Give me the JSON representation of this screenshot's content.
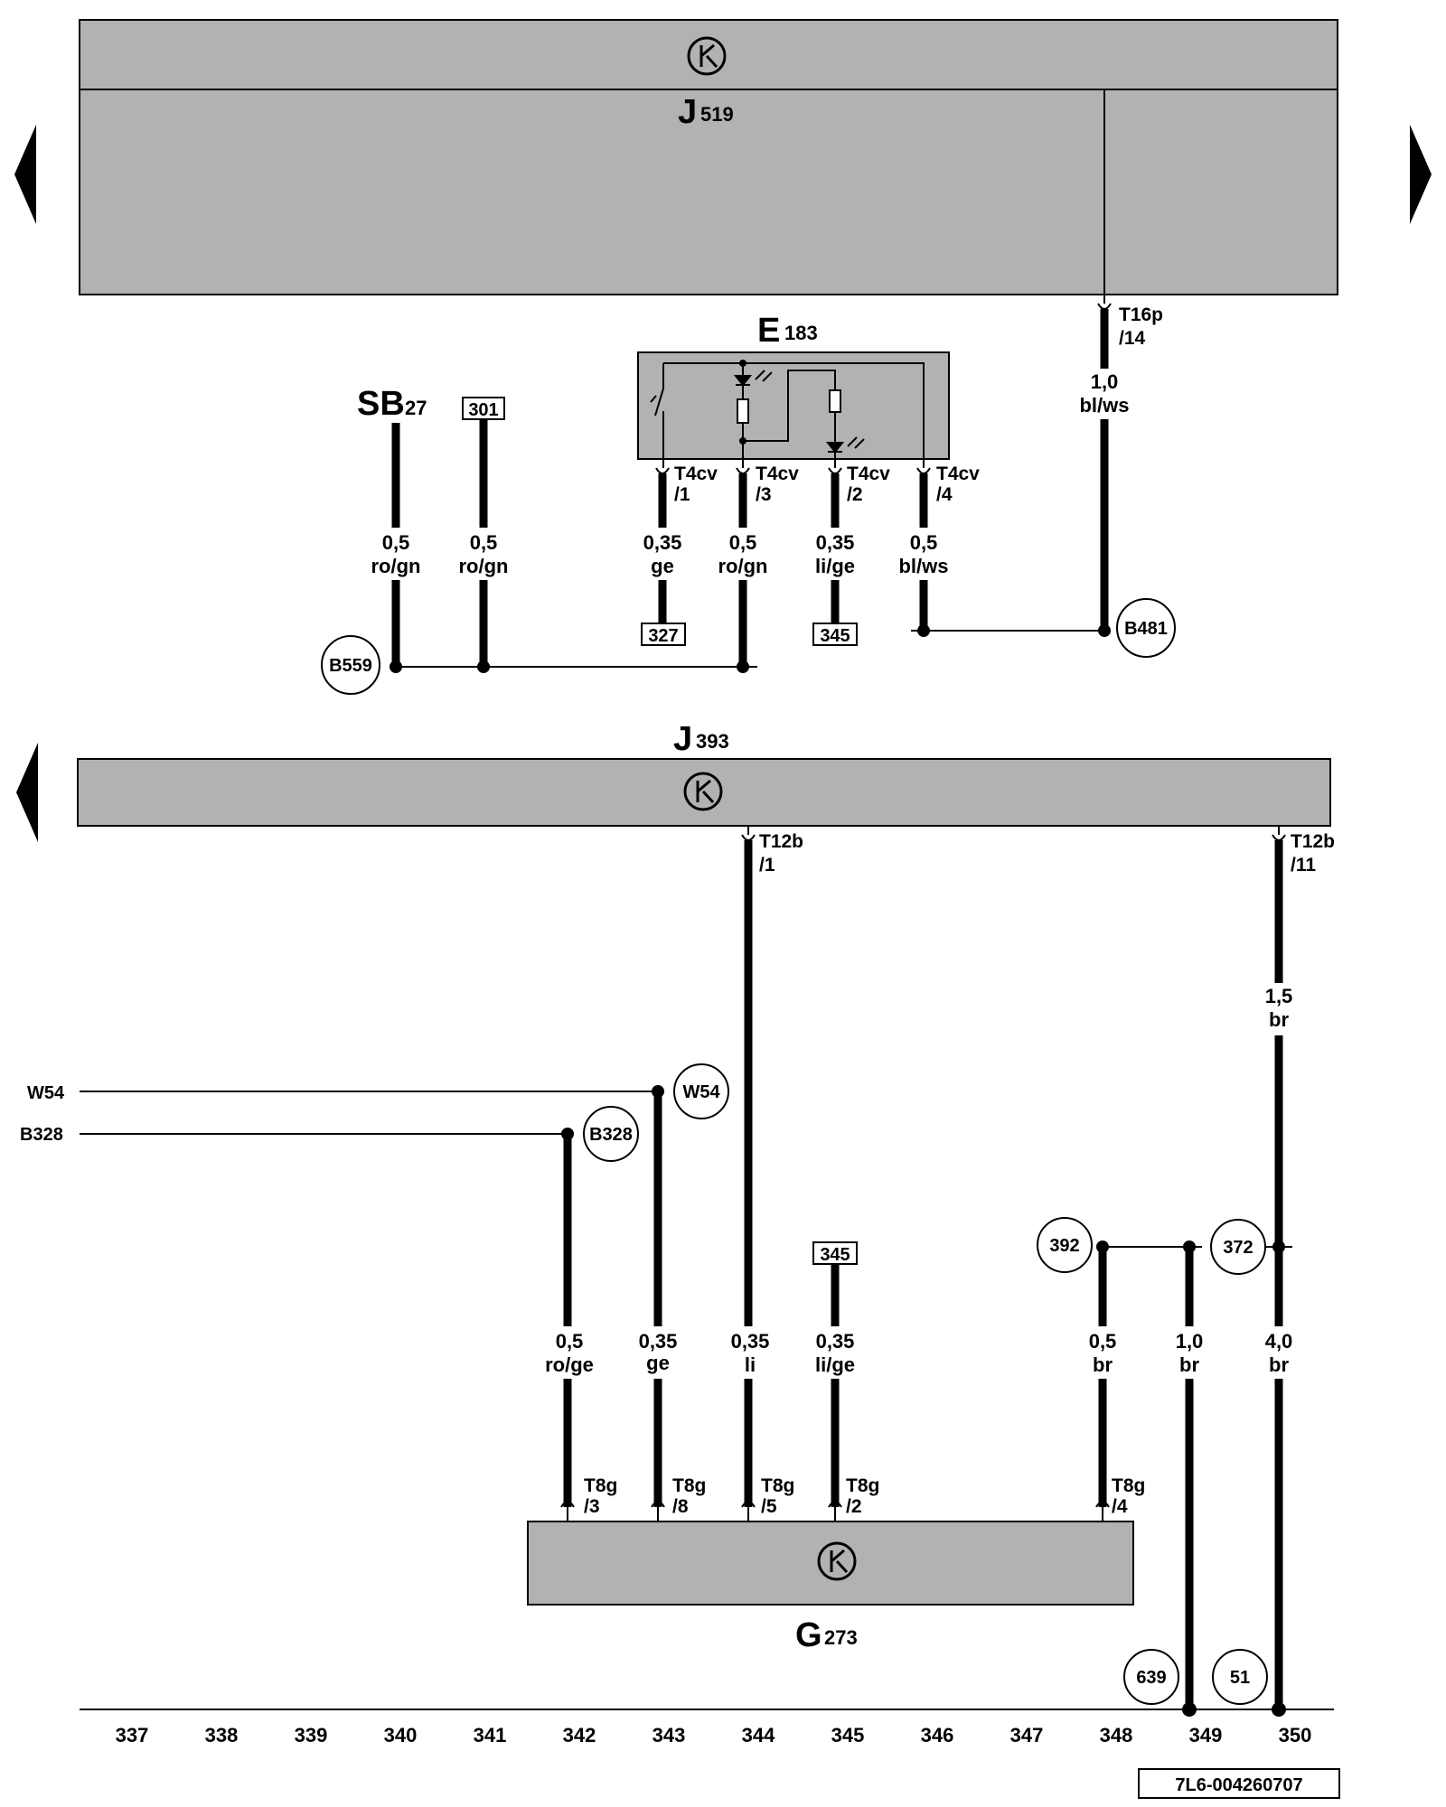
{
  "components": {
    "j519": {
      "letter": "J",
      "number": "519"
    },
    "j393": {
      "letter": "J",
      "number": "393"
    },
    "e183": {
      "letter": "E",
      "number": "183"
    },
    "sb27": {
      "letter": "SB",
      "number": "27"
    },
    "g273": {
      "letter": "G",
      "number": "273"
    }
  },
  "pins": {
    "t16p_14": {
      "connector": "T16p",
      "pin": "/14"
    },
    "t4cv_1": {
      "connector": "T4cv",
      "pin": "/1"
    },
    "t4cv_3": {
      "connector": "T4cv",
      "pin": "/3"
    },
    "t4cv_2": {
      "connector": "T4cv",
      "pin": "/2"
    },
    "t4cv_4": {
      "connector": "T4cv",
      "pin": "/4"
    },
    "t12b_1": {
      "connector": "T12b",
      "pin": "/1"
    },
    "t12b_11": {
      "connector": "T12b",
      "pin": "/11"
    },
    "t8g_3": {
      "connector": "T8g",
      "pin": "/3"
    },
    "t8g_8": {
      "connector": "T8g",
      "pin": "/8"
    },
    "t8g_5": {
      "connector": "T8g",
      "pin": "/5"
    },
    "t8g_2": {
      "connector": "T8g",
      "pin": "/2"
    },
    "t8g_4": {
      "connector": "T8g",
      "pin": "/4"
    }
  },
  "wires": {
    "sb27": {
      "size": "0,5",
      "color": "ro/gn"
    },
    "r301": {
      "size": "0,5",
      "color": "ro/gn"
    },
    "t4cv1": {
      "size": "0,35",
      "color": "ge"
    },
    "t4cv3": {
      "size": "0,5",
      "color": "ro/gn"
    },
    "t4cv2": {
      "size": "0,35",
      "color": "li/ge"
    },
    "t4cv4": {
      "size": "0,5",
      "color": "bl/ws"
    },
    "t16p": {
      "size": "1,0",
      "color": "bl/ws"
    },
    "t12b11": {
      "size": "1,5",
      "color": "br"
    },
    "g3": {
      "size": "0,5",
      "color": "ro/ge"
    },
    "g8": {
      "size": "0,35",
      "color": "ge"
    },
    "g5": {
      "size": "0,35",
      "color": "li"
    },
    "g2": {
      "size": "0,35",
      "color": "li/ge"
    },
    "g4": {
      "size": "0,5",
      "color": "br"
    },
    "w349": {
      "size": "1,0",
      "color": "br"
    },
    "w350": {
      "size": "4,0",
      "color": "br"
    }
  },
  "refs": {
    "r301": "301",
    "r327": "327",
    "r345a": "345",
    "r345b": "345"
  },
  "circles": {
    "b559": "B559",
    "b481": "B481",
    "w54": "W54",
    "b328": "B328",
    "c392": "392",
    "c372": "372",
    "c639": "639",
    "c51": "51"
  },
  "side_labels": {
    "w54": "W54",
    "b328": "B328"
  },
  "scale": [
    "337",
    "338",
    "339",
    "340",
    "341",
    "342",
    "343",
    "344",
    "345",
    "346",
    "347",
    "348",
    "349",
    "350"
  ],
  "drawing_id": "7L6-004260707",
  "colors": {
    "housing": "#b2b2b2",
    "wire": "#000000",
    "background": "#ffffff"
  }
}
